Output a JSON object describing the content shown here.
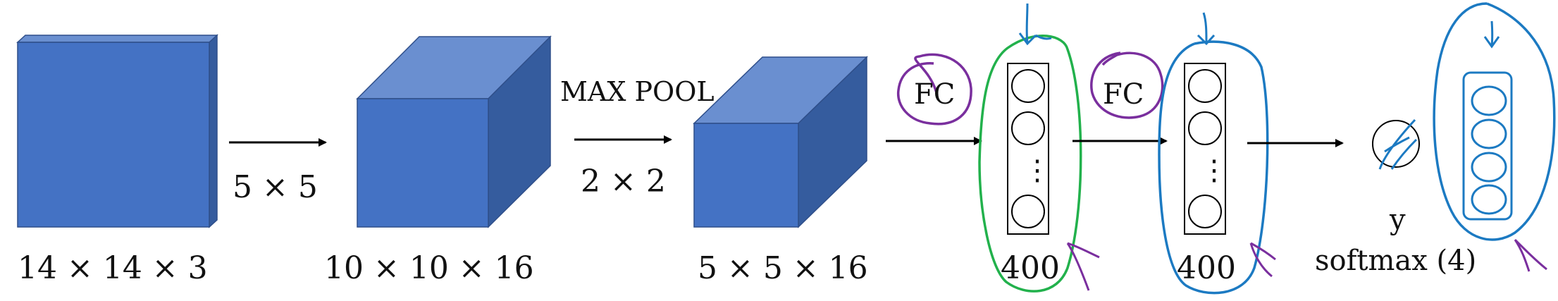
{
  "layers": {
    "input": {
      "dims": "14 × 14 × 3"
    },
    "conv_op": {
      "filter": "5 × 5"
    },
    "conv_out": {
      "dims": "10 × 10 × 16"
    },
    "pool_op": {
      "name": "MAX POOL",
      "size": "2 × 2"
    },
    "pool_out": {
      "dims": "5 × 5 × 16"
    },
    "fc1": {
      "op": "FC",
      "units": "400",
      "ellipsis": "⋮"
    },
    "fc2": {
      "op": "FC",
      "units": "400",
      "ellipsis": "⋮"
    },
    "output": {
      "label": "y",
      "activation": "softmax (4)"
    }
  },
  "colors": {
    "cube_front": "#4472c4",
    "cube_top": "#6a8fd0",
    "cube_side": "#355c9e",
    "green_ink": "#22b14c",
    "blue_ink": "#1c7ac2",
    "purple_ink": "#7a2f9e"
  }
}
